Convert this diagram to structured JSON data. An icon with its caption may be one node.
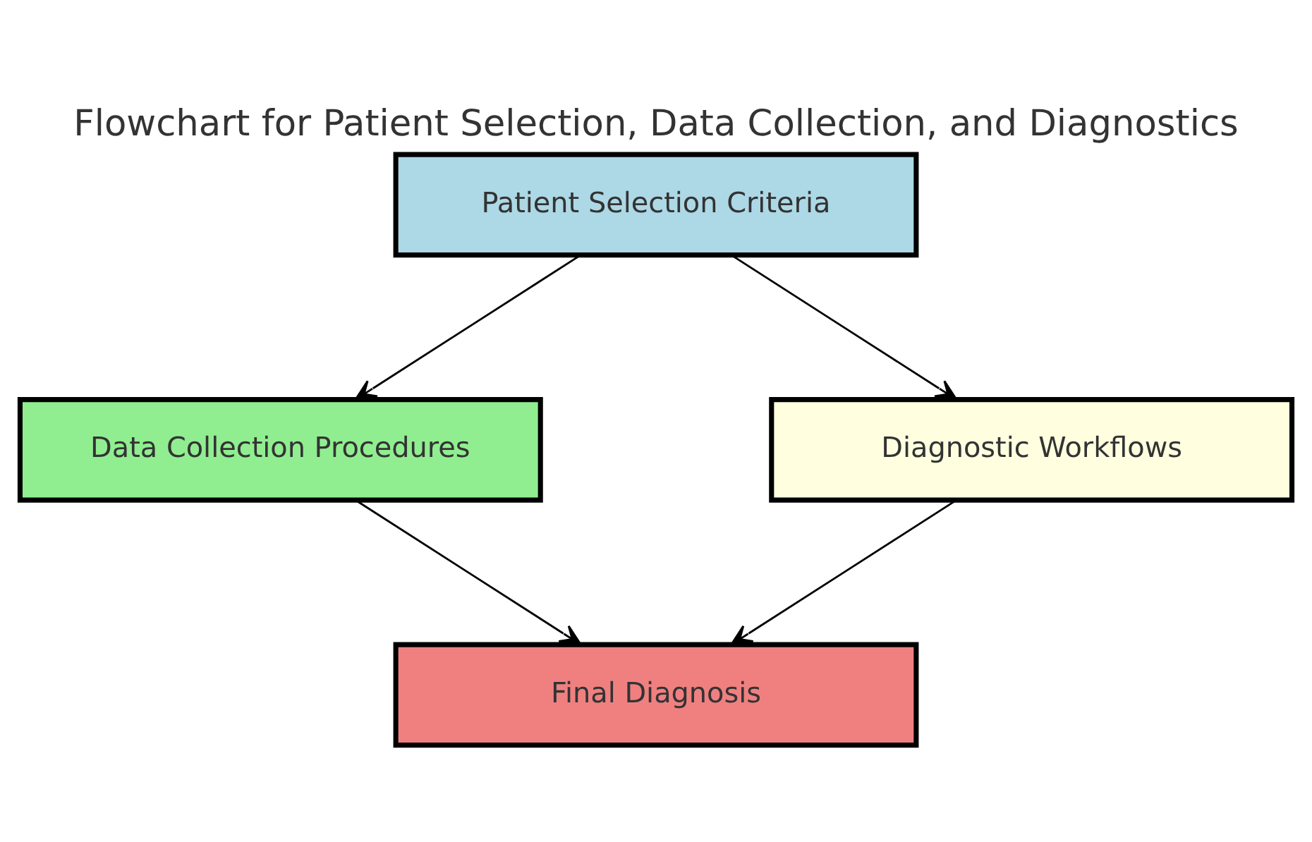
{
  "diagram": {
    "title": "Flowchart for Patient Selection, Data Collection, and Diagnostics",
    "nodes": [
      {
        "text": [
          "Patient Selection Criteria"
        ]
      },
      {
        "text": [
          "Data Collection Procedures"
        ]
      },
      {
        "text": [
          "Diagnostic Workflows"
        ]
      },
      {
        "text": [
          "Final Diagnosis"
        ]
      }
    ],
    "edges": [
      {
        "from": 0,
        "to": 1,
        "arrow": "to"
      },
      {
        "from": 0,
        "to": 2,
        "arrow": "to"
      },
      {
        "from": 1,
        "to": 3,
        "arrow": "to"
      },
      {
        "from": 2,
        "to": 3,
        "arrow": "to"
      }
    ]
  }
}
